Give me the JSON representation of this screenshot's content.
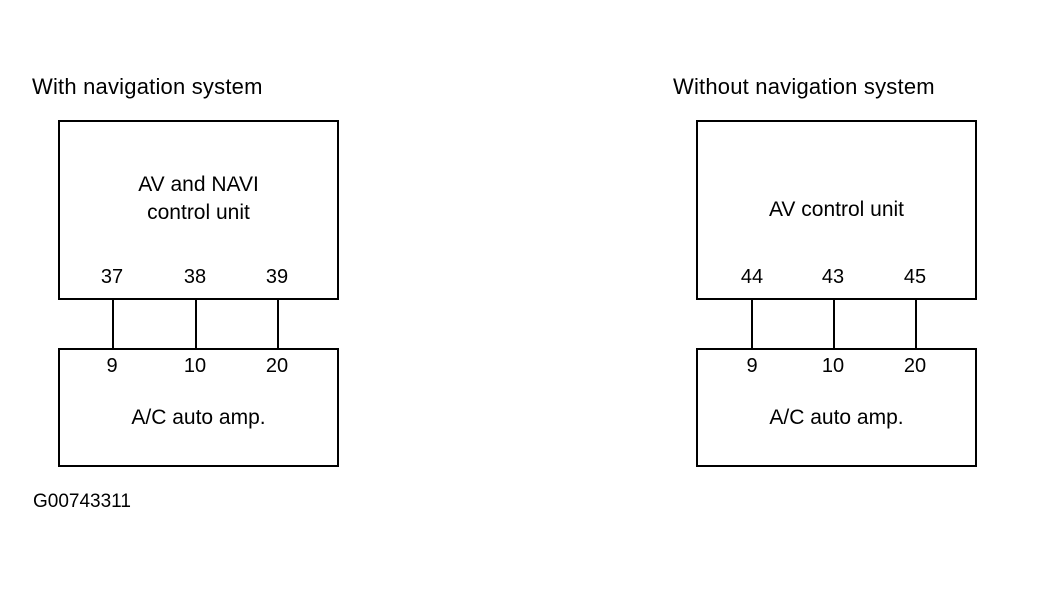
{
  "figure": {
    "caption": "G00743311"
  },
  "groups": [
    {
      "title": "With navigation system",
      "upper_unit": {
        "name": "AV and NAVI control unit",
        "line1": "AV and NAVI",
        "line2": "control unit",
        "pins": [
          "37",
          "38",
          "39"
        ]
      },
      "lower_unit": {
        "name": "A/C auto amp.",
        "line1": "A/C auto amp.",
        "pins": [
          "9",
          "10",
          "20"
        ]
      }
    },
    {
      "title": "Without navigation system",
      "upper_unit": {
        "name": "AV control unit",
        "line1": "AV control unit",
        "line2": "",
        "pins": [
          "44",
          "43",
          "45"
        ]
      },
      "lower_unit": {
        "name": "A/C auto amp.",
        "line1": "A/C auto amp.",
        "pins": [
          "9",
          "10",
          "20"
        ]
      }
    }
  ],
  "colors": {
    "line": "#000000",
    "background": "#ffffff"
  }
}
